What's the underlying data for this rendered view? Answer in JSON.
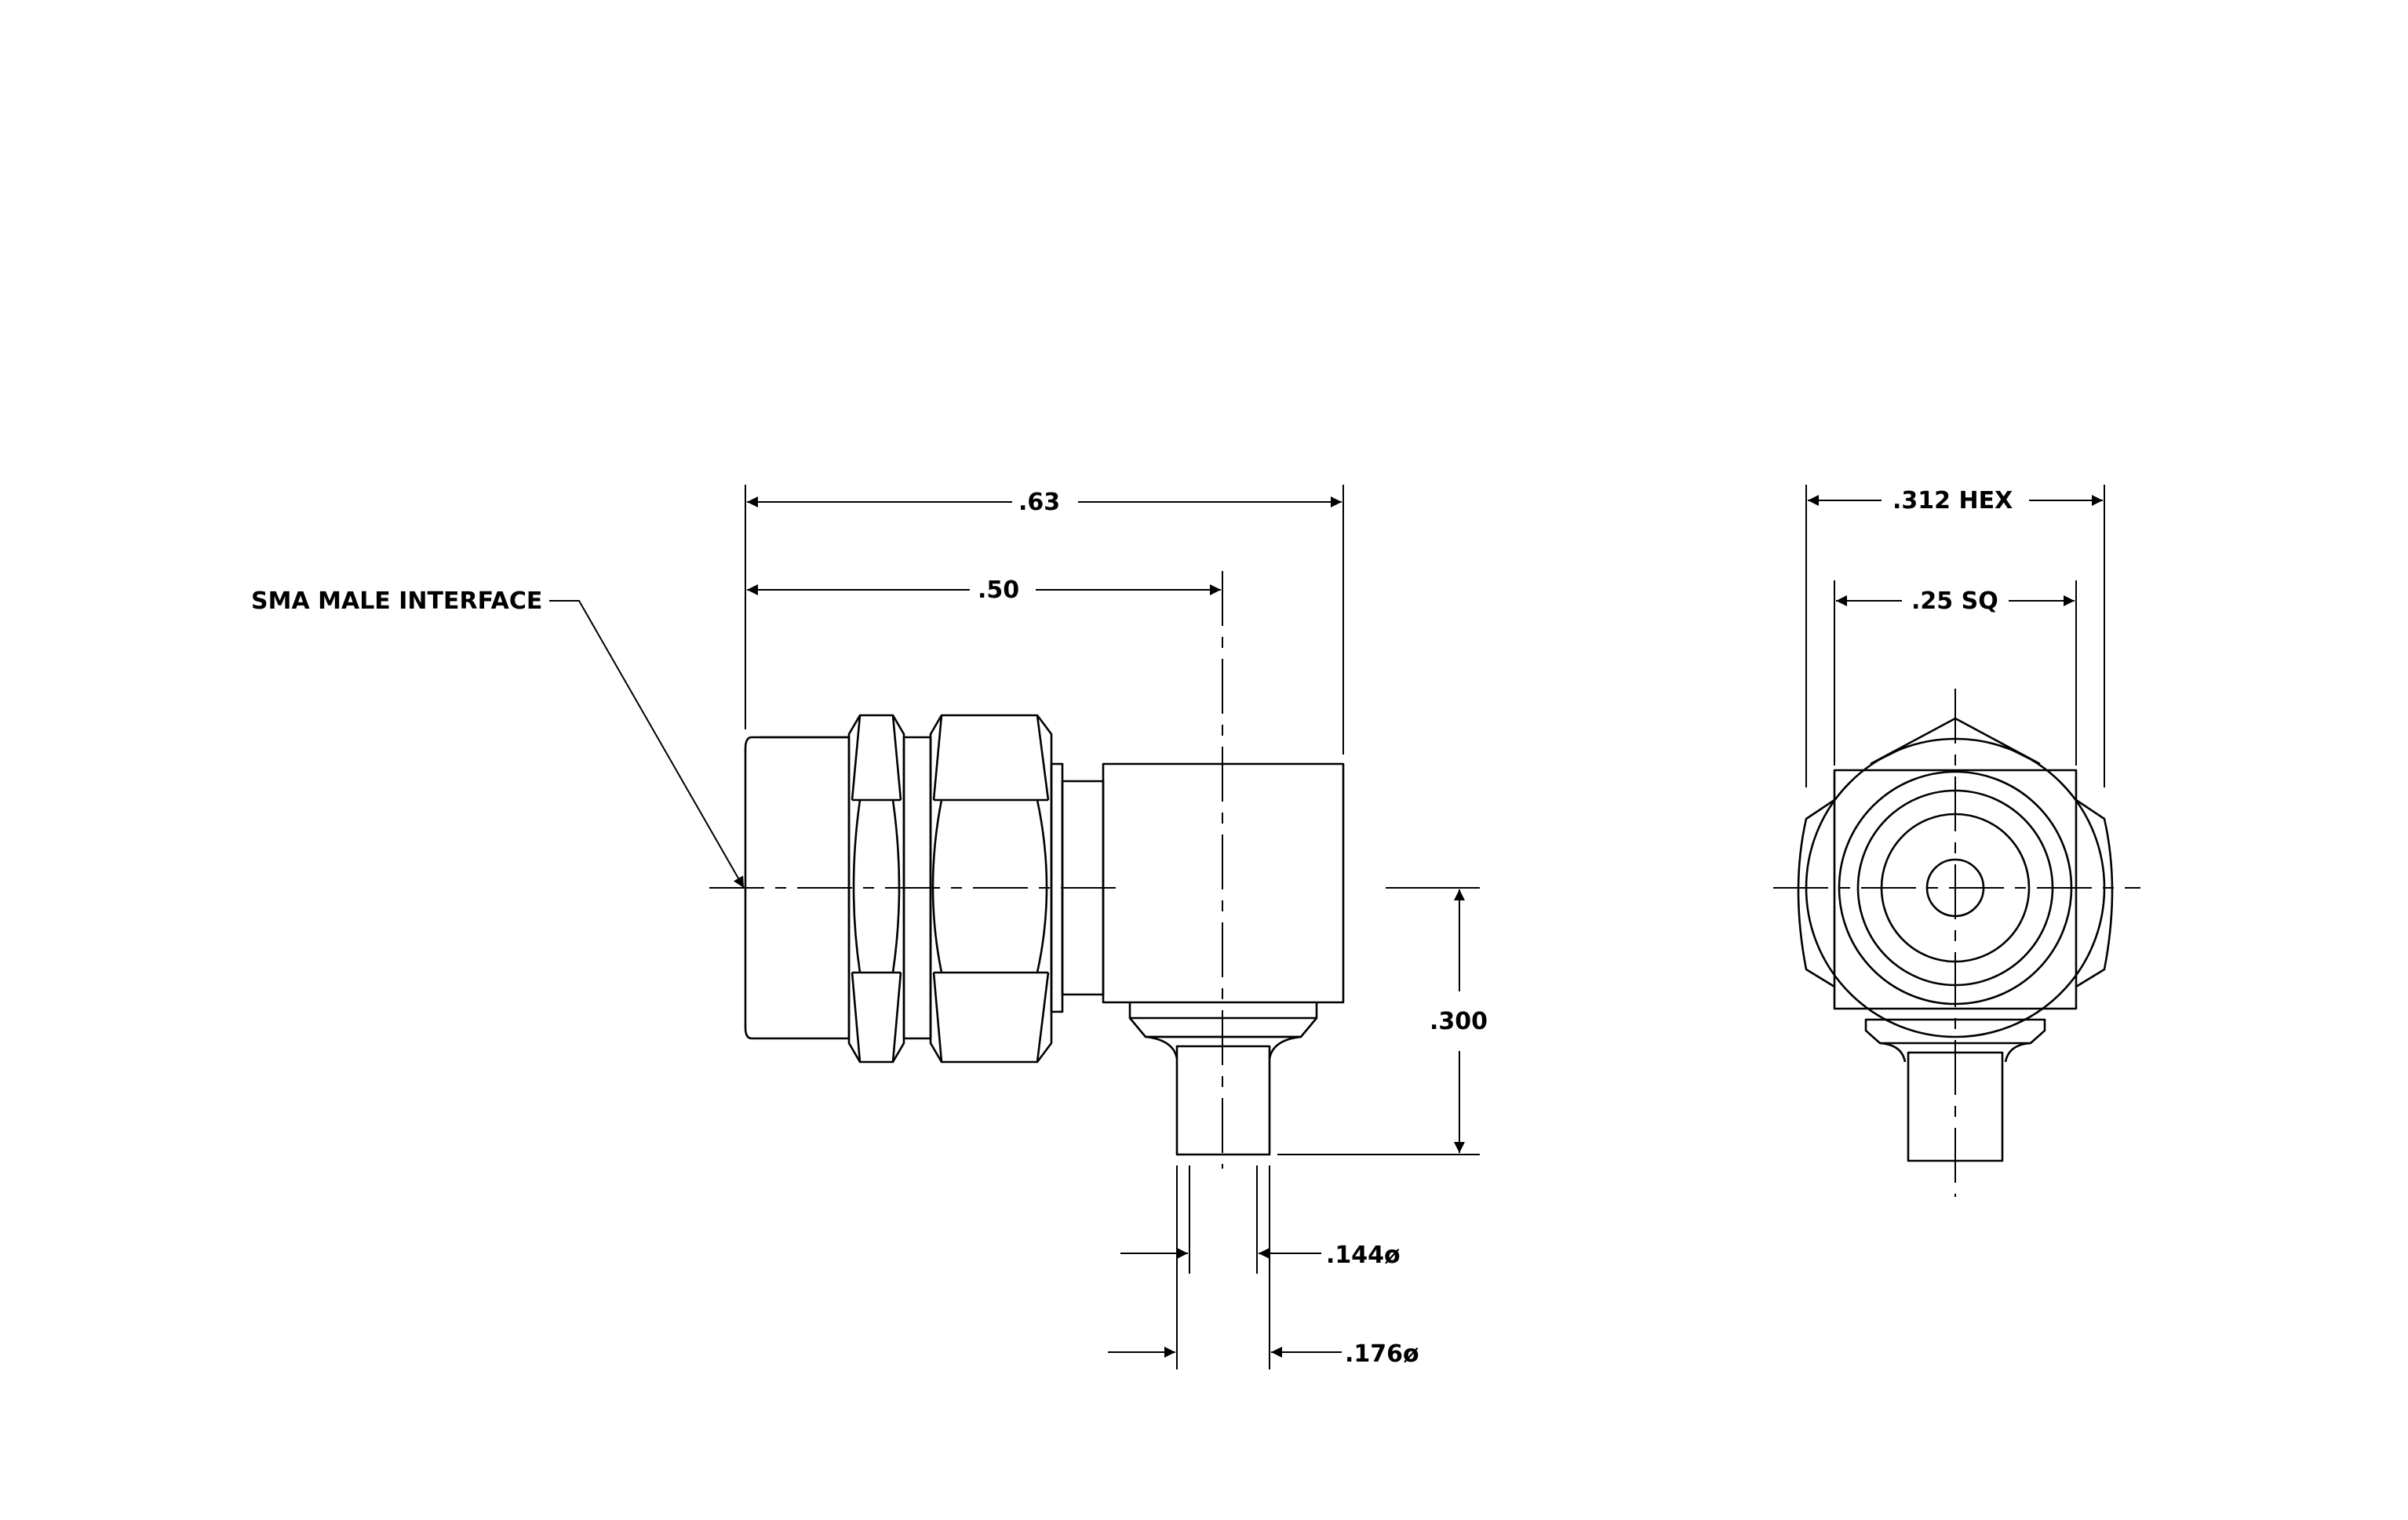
{
  "colors": {
    "ink": "#000000",
    "paper": "#ffffff"
  },
  "side_view": {
    "callout": "SMA MALE INTERFACE",
    "dim_overall_length": ".63",
    "dim_body_to_center": ".50",
    "dim_pin_height": ".300",
    "dim_pin_diameter": ".144ø",
    "dim_ferrule_diameter": ".176ø"
  },
  "end_view": {
    "dim_hex": ".312 HEX",
    "dim_square": ".25 SQ"
  }
}
